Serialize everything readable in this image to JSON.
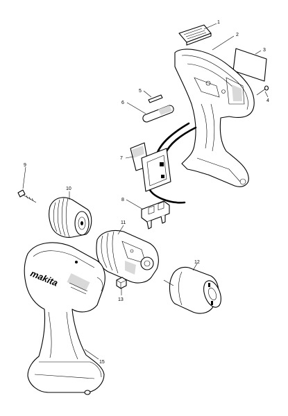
{
  "callouts": [
    {
      "id": "1",
      "text": "1",
      "part": "switch-button"
    },
    {
      "id": "2",
      "text": "2",
      "part": "housing-set-half"
    },
    {
      "id": "3",
      "text": "3",
      "part": "name-plate"
    },
    {
      "id": "4",
      "text": "4",
      "part": "tapping-screw"
    },
    {
      "id": "5",
      "text": "5",
      "part": "leaf-spring"
    },
    {
      "id": "6",
      "text": "6",
      "part": "reversing-lever"
    },
    {
      "id": "7",
      "text": "7",
      "part": "switch"
    },
    {
      "id": "8",
      "text": "8",
      "part": "terminal"
    },
    {
      "id": "9",
      "text": "9",
      "part": "chuck-screw"
    },
    {
      "id": "10",
      "text": "10",
      "part": "keyless-chuck"
    },
    {
      "id": "11",
      "text": "11",
      "part": "gear-assembly"
    },
    {
      "id": "12",
      "text": "12",
      "part": "dc-motor"
    },
    {
      "id": "13",
      "text": "13",
      "part": "lock-nut"
    },
    {
      "id": "15",
      "text": "15",
      "part": "housing-set-assembled"
    }
  ],
  "logo": {
    "text": "makita"
  }
}
